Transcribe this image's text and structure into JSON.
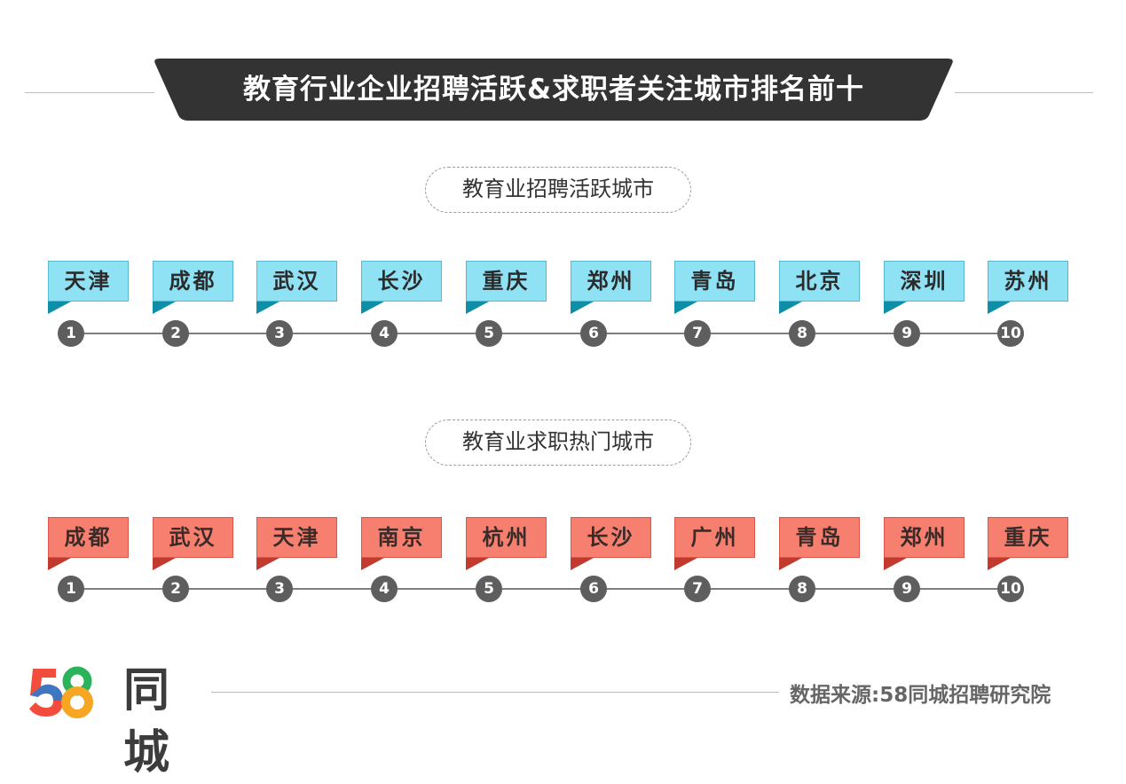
{
  "title": "教育行业企业招聘活跃&求职者关注城市排名前十",
  "sections": [
    {
      "title": "教育业招聘活跃城市",
      "theme": "blue",
      "cities": [
        "天津",
        "成都",
        "武汉",
        "长沙",
        "重庆",
        "郑州",
        "青岛",
        "北京",
        "深圳",
        "苏州"
      ],
      "ranks": [
        "1",
        "2",
        "3",
        "4",
        "5",
        "6",
        "7",
        "8",
        "9",
        "10"
      ]
    },
    {
      "title": "教育业求职热门城市",
      "theme": "red",
      "cities": [
        "成都",
        "武汉",
        "天津",
        "南京",
        "杭州",
        "长沙",
        "广州",
        "青岛",
        "郑州",
        "重庆"
      ],
      "ranks": [
        "1",
        "2",
        "3",
        "4",
        "5",
        "6",
        "7",
        "8",
        "9",
        "10"
      ]
    }
  ],
  "footer": {
    "logo_number": "58",
    "logo_text": "同城",
    "source": "数据来源:58同城招聘研究院"
  },
  "colors": {
    "banner": "#333333",
    "blue_fill": "#8fe1f4",
    "blue_fold": "#0e8fa7",
    "red_fill": "#f77f6f",
    "red_fold": "#c23a2d",
    "dot": "#5e5e5e"
  }
}
